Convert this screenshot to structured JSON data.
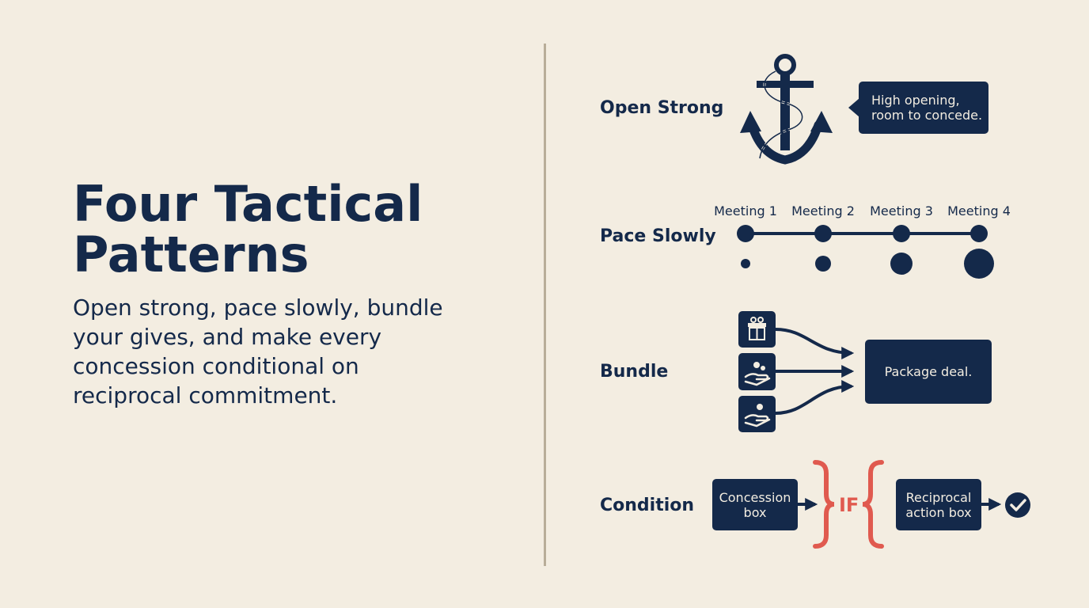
{
  "title": "Four Tactical\nPatterns",
  "subtitle": "Open strong, pace slowly, bundle your gives, and make every concession conditional on reciprocal commitment.",
  "rows": {
    "open_strong": {
      "label": "Open Strong",
      "icon": "anchor-icon",
      "callout": "High opening,\nroom to concede."
    },
    "pace_slowly": {
      "label": "Pace Slowly",
      "meetings": [
        "Meeting 1",
        "Meeting 2",
        "Meeting 3",
        "Meeting 4"
      ]
    },
    "bundle": {
      "label": "Bundle",
      "icons": [
        "gift-icon",
        "hand-give-icon",
        "hand-offer-icon"
      ],
      "result": "Package deal."
    },
    "condition": {
      "label": "Condition",
      "concession": "Concession\nbox",
      "connector": "IF",
      "reciprocal": "Reciprocal\naction box",
      "result_icon": "check-circle-icon"
    }
  },
  "colors": {
    "background": "#f3ede1",
    "navy": "#14294a",
    "accent_red": "#e05a4f",
    "divider": "#b8ad99"
  }
}
